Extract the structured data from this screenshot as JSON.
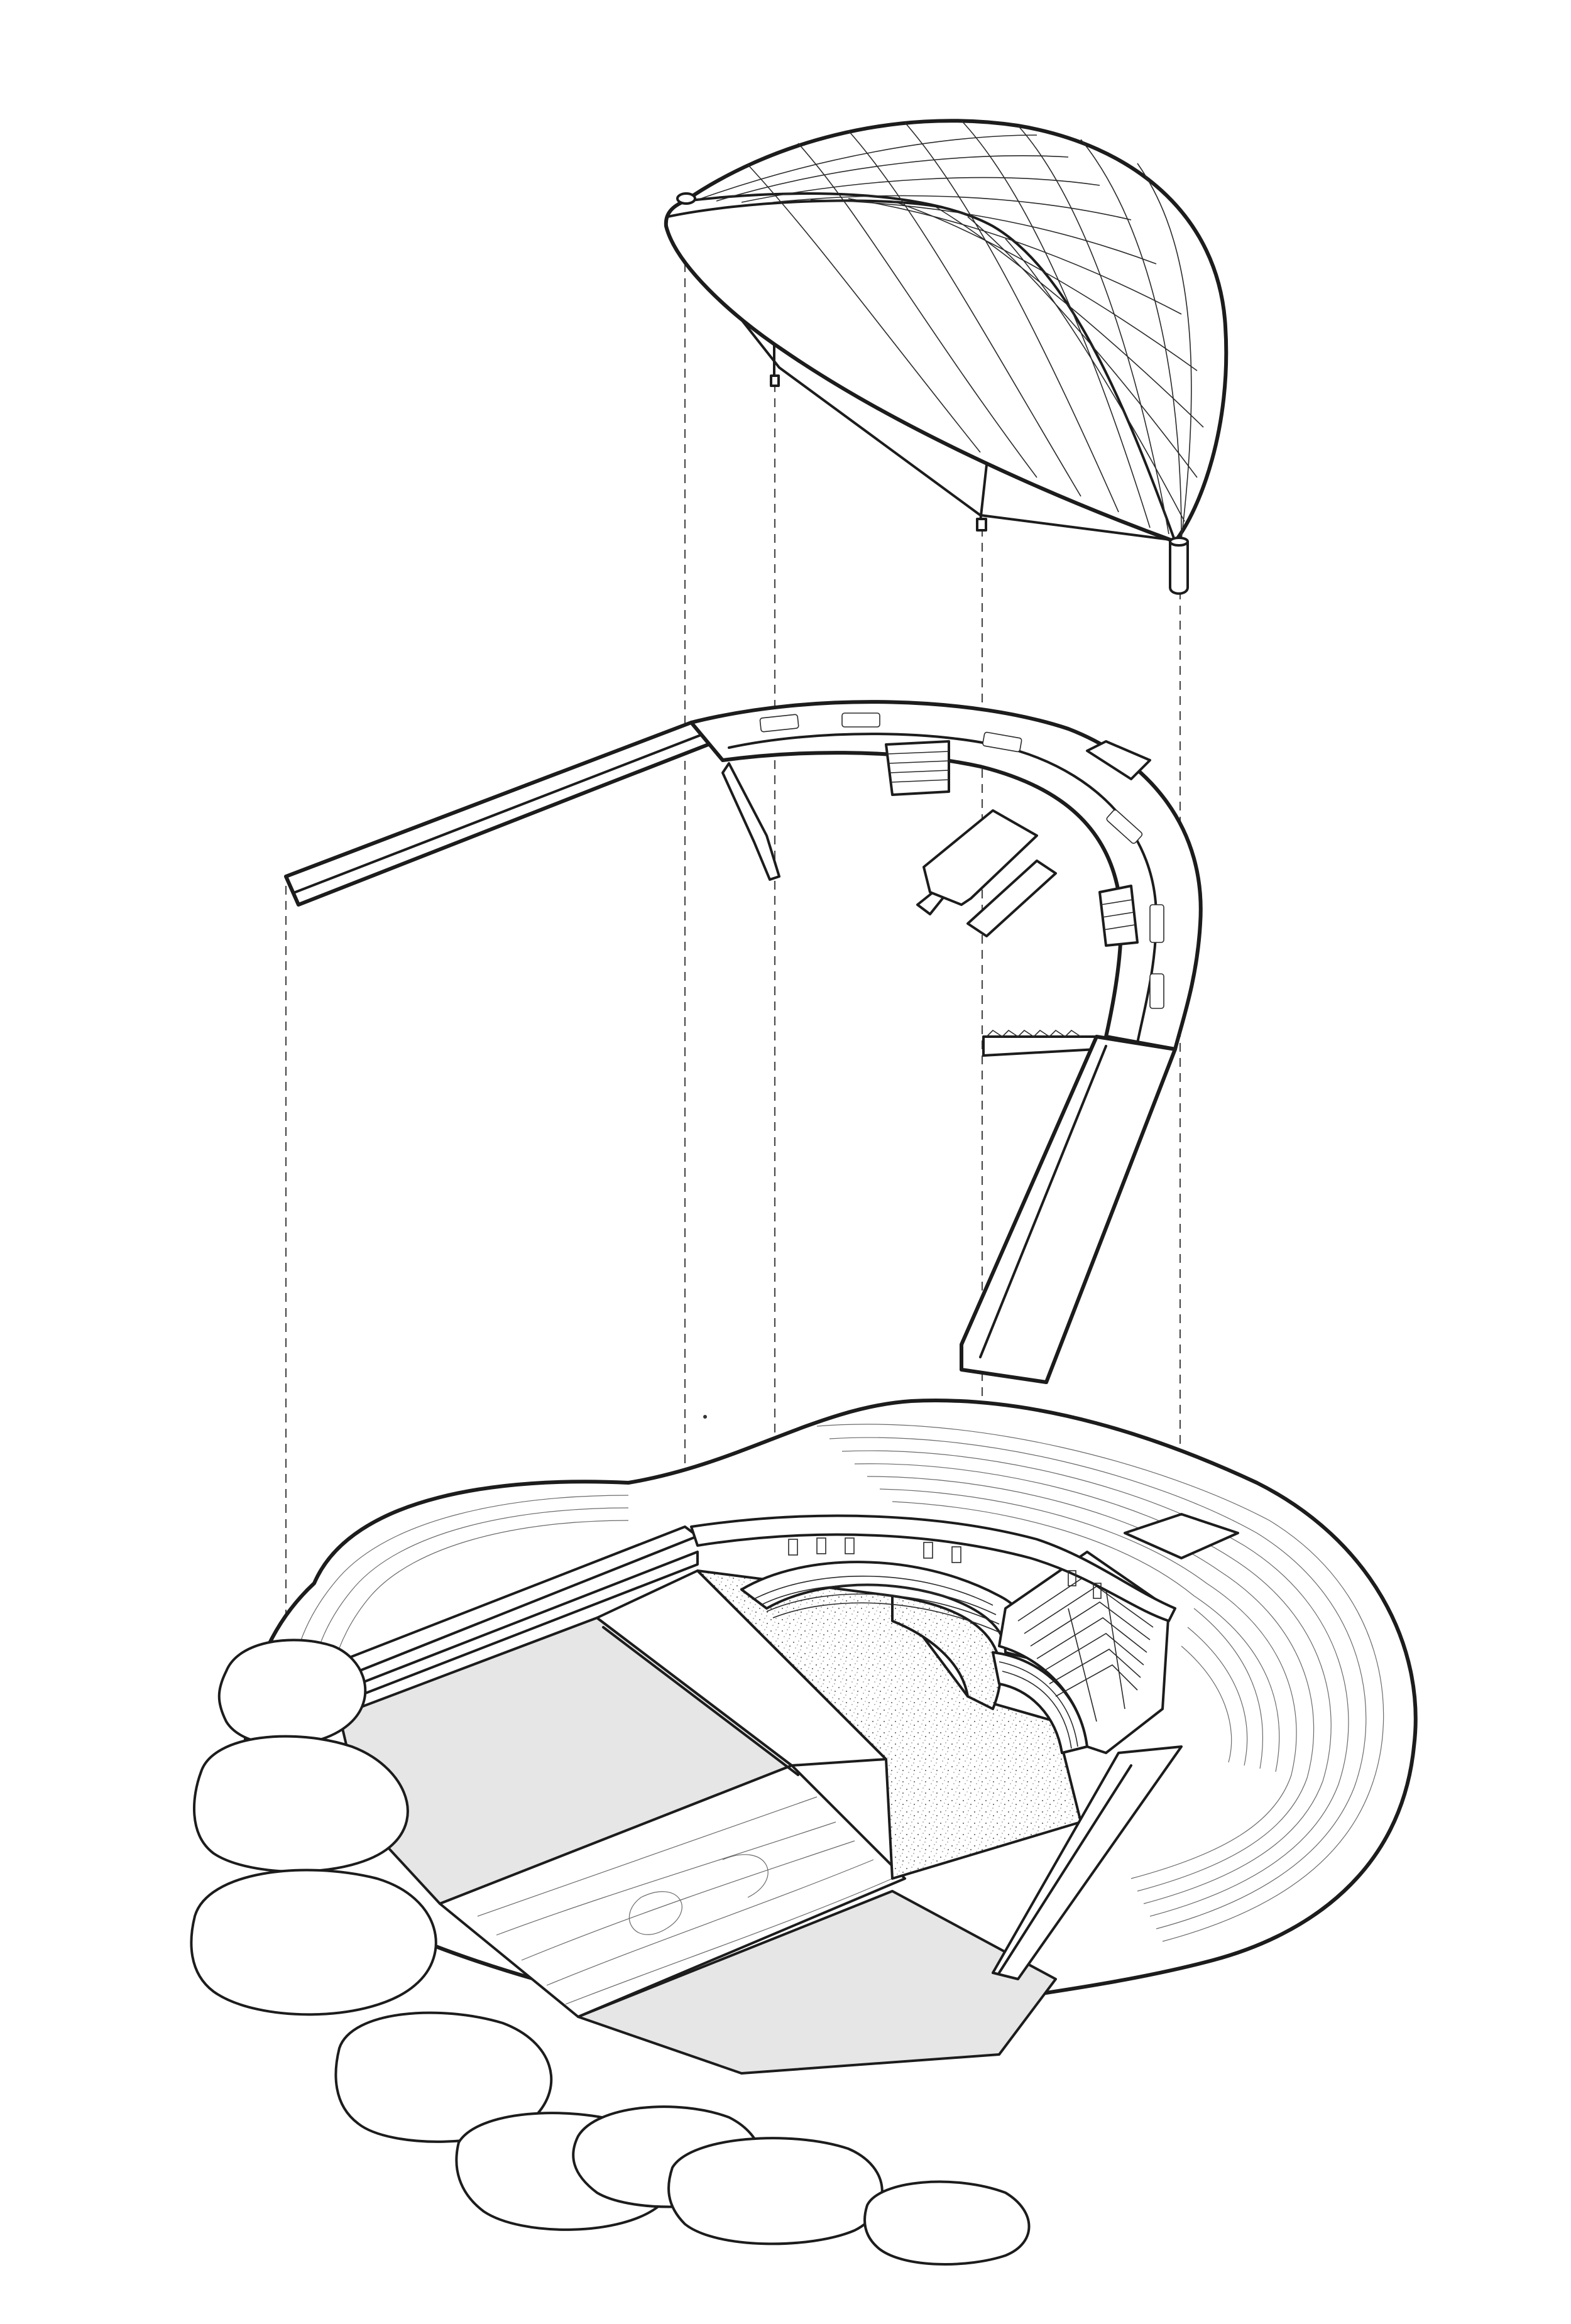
{
  "figure": {
    "kind": "exploded-axonometric",
    "layers": [
      {
        "id": "roof",
        "name": "shell-roof-canopy"
      },
      {
        "id": "ring",
        "name": "curved-walkway-ring"
      },
      {
        "id": "base",
        "name": "amphitheatre-landscape-base"
      }
    ],
    "colors": {
      "line": "#1c1c1c",
      "plaza_fill": "#e6e6e6",
      "background": "#ffffff"
    }
  }
}
